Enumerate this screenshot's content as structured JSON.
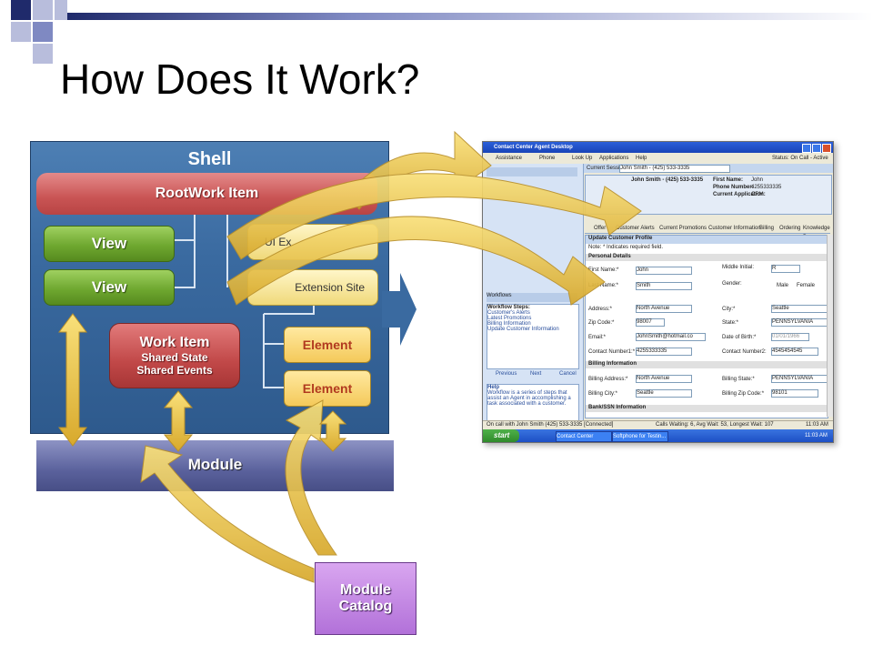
{
  "slide": {
    "title": "How Does It Work?"
  },
  "colors": {
    "header_dark": "#1f2a6b",
    "header_light": "#b8bddc",
    "shell_blue": "#3a6aa0",
    "root_red": "#c95454",
    "view_green": "#6fa830",
    "arrow_gold": "#e9c247",
    "module_purple": "#5a619c",
    "catalog_violet": "#b271d9"
  },
  "diagram": {
    "shell": "Shell",
    "root_work_item": "RootWork Item",
    "views": [
      "View",
      "View"
    ],
    "ui_extension_partial": "UI Ex",
    "extension_site": "Extension Site",
    "work_item": {
      "title": "Work Item",
      "state": "Shared State",
      "events": "Shared Events"
    },
    "elements": [
      "Element",
      "Element"
    ],
    "module": "Module",
    "module_catalog": [
      "Module",
      "Catalog"
    ]
  },
  "app": {
    "title": "Contact Center Agent Desktop",
    "menu": [
      "Assistance",
      "Phone",
      "Look Up",
      "Applications",
      "Help"
    ],
    "status": "Status: On Call - Active",
    "current_session_label": "Current Session:",
    "current_session_value": "John Smith - (425) 533-3335",
    "session_entry": "John Smith - (425) 533-3335",
    "info": [
      {
        "label": "First Name:",
        "value": "John"
      },
      {
        "label": "Phone Number:",
        "value": "4255333335"
      },
      {
        "label": "Current Application:",
        "value": "CRM"
      }
    ],
    "tabs": [
      "Offer",
      "Customer Alerts",
      "Current Promotions",
      "Customer Information",
      "Billing",
      "Ordering",
      "Knowledge B"
    ],
    "form_title": "Update Customer Profile",
    "required_note": "Note: * Indicates required field.",
    "sections": {
      "personal": "Personal Details",
      "billing": "Billing Information",
      "bank": "Bank/SSN Information"
    },
    "fields": {
      "first_name": {
        "label": "First Name:*",
        "value": "John"
      },
      "last_name": {
        "label": "Last Name:*",
        "value": "Smith"
      },
      "middle_initial": {
        "label": "Middle Initial:",
        "value": "R"
      },
      "gender": {
        "label": "Gender:",
        "male": "Male",
        "female": "Female"
      },
      "address": {
        "label": "Address:*",
        "value": "North Avenue"
      },
      "city": {
        "label": "City:*",
        "value": "Seattle"
      },
      "zip": {
        "label": "Zip Code:*",
        "value": "98007"
      },
      "state": {
        "label": "State:*",
        "value": "PENNSYLVANIA"
      },
      "email": {
        "label": "Email:*",
        "value": "JohnSmith@hotmail.co"
      },
      "dob": {
        "label": "Date of Birth:*",
        "value": "01/01/1966"
      },
      "contact1": {
        "label": "Contact Number1:*",
        "value": "4255333335"
      },
      "contact2": {
        "label": "Contact Number2:",
        "value": "4545454545"
      },
      "billing_address": {
        "label": "Billing Address:*",
        "value": "North Avenue"
      },
      "billing_state": {
        "label": "Billing State:*",
        "value": "PENNSYLVANIA"
      },
      "billing_city": {
        "label": "Billing City:*",
        "value": "Seattle"
      },
      "billing_zip": {
        "label": "Billing Zip Code:*",
        "value": "98101"
      }
    },
    "workflow": {
      "tab": "Workflows",
      "steps_title": "Workflow Steps:",
      "steps": [
        "Customer's Alerts",
        "Latest Promotions",
        "Billing Information",
        "Update Customer Information"
      ],
      "previous": "Previous",
      "next": "Next",
      "cancel": "Cancel",
      "help_title": "Help",
      "help_text": "Workflow is a series of steps that assist an Agent in accomplishing a task associated with a customer."
    },
    "status_bar_left": "On call with John Smith (425) 533-3335 [Connected]",
    "status_bar_right": "Calls Waiting: 6, Avg Wait: 53, Longest Wait: 107",
    "status_bar_time": "11:03 AM",
    "taskbar": {
      "start": "start",
      "items": [
        "Contact Center Agen...",
        "Softphone for Testin..."
      ],
      "clock": "11:03 AM"
    }
  }
}
